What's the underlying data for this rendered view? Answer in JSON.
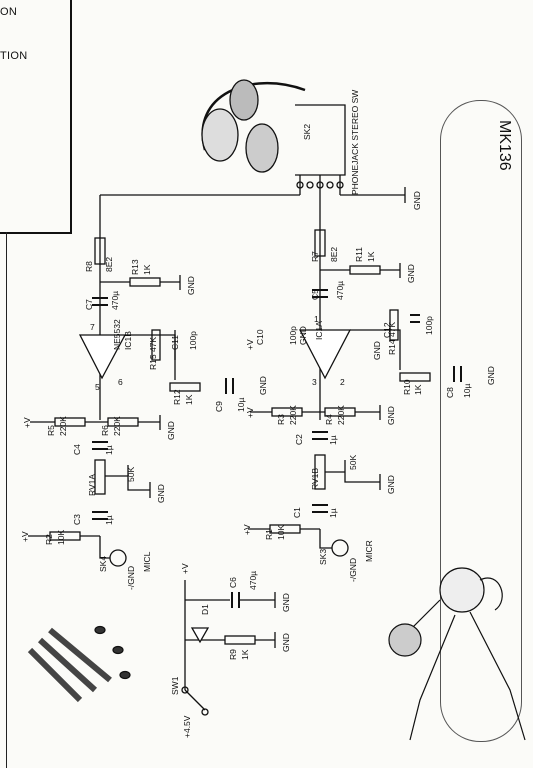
{
  "header": {
    "line1": "ON",
    "line2": "TION"
  },
  "title": "MK136",
  "components": {
    "sk2": "SK2",
    "phonejack": "PHONEJACK STEREO SW",
    "r8": "R8",
    "r8v": "8E2",
    "r13": "R13",
    "r13v": "1K",
    "r7": "R7",
    "r7v": "8E2",
    "r11": "R11",
    "r11v": "1K",
    "c7": "C7",
    "c7v": "470µ",
    "c5": "C5",
    "c5v": "470µ",
    "ic1b": "NE5532",
    "ic1b2": "IC1B",
    "ic1a": "IC1A",
    "r15": "R15 47K",
    "c11": "C11",
    "c11v": "100p",
    "c10": "C10",
    "c10v": "100p",
    "r14": "R14 47K",
    "c12": "C12",
    "c12v": "100p",
    "r12": "R12",
    "r12v": "1K",
    "r10": "R10",
    "r10v": "1K",
    "c9": "C9",
    "c9v": "10µ",
    "c8": "C8",
    "c8v": "10µ",
    "r5": "R5",
    "r5v": "220K",
    "r6": "R6",
    "r6v": "220K",
    "r3": "R3",
    "r3v": "220K",
    "r4": "R4",
    "r4v": "220K",
    "c4": "C4",
    "c4v": "1µ",
    "c2": "C2",
    "c2v": "1µ",
    "rv1a": "RV1A",
    "rv1b": "RV1B",
    "pot": "50K",
    "r2": "R2",
    "r2v": "10K",
    "r1": "R1",
    "r1v": "10K",
    "c3": "C3",
    "c3v": "1µ",
    "c1": "C1",
    "c1v": "1µ",
    "sk4": "SK4",
    "sk3": "SK3",
    "micl": "MICL",
    "micr": "MICR",
    "gndm": "-/GND",
    "c6": "C6",
    "c6v": "470µ",
    "d1": "D1",
    "r9": "R9",
    "r9v": "1K",
    "sw1": "SW1",
    "supply": "+4.5V",
    "vplus": "+V",
    "gnd": "GND",
    "pin5": "5",
    "pin6": "6",
    "pin7": "7",
    "pin1": "1",
    "pin2": "2",
    "pin3": "3"
  }
}
